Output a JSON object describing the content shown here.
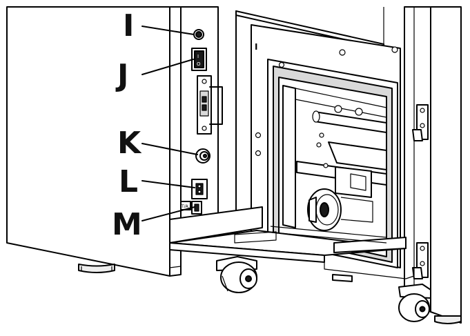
{
  "callouts": [
    {
      "id": "I",
      "label": "I"
    },
    {
      "id": "J",
      "label": "J"
    },
    {
      "id": "K",
      "label": "K"
    },
    {
      "id": "L",
      "label": "L"
    },
    {
      "id": "M",
      "label": "M"
    }
  ],
  "markings": {
    "power_switch_on": "I",
    "power_switch_off": "O",
    "fuse_rating": "T/A",
    "panel_mark": "I"
  }
}
